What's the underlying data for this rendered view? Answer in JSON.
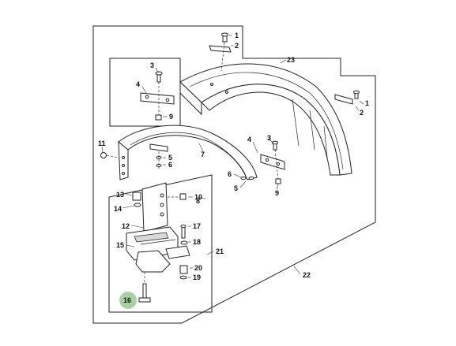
{
  "colors": {
    "highlight": "#a9cfa4",
    "line": "#222222"
  },
  "callouts": {
    "c1a": "1",
    "c2a": "2",
    "c23": "23",
    "c3a": "3",
    "c4a": "4",
    "c9a": "9",
    "c1b": "1",
    "c2b": "2",
    "c11": "11",
    "c7": "7",
    "c5": "5",
    "c6a": "6",
    "c4b": "4",
    "c3b": "3",
    "c6b": "6",
    "c5b": "5",
    "c9b": "9",
    "c8": "8",
    "c13": "13",
    "c10": "10",
    "c14": "14",
    "c12": "12",
    "c17": "17",
    "c15": "15",
    "c18": "18",
    "c21": "21",
    "c20": "20",
    "c19": "19",
    "c22": "22",
    "c16": "16"
  }
}
